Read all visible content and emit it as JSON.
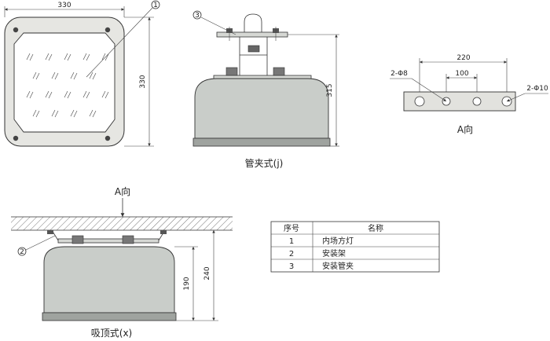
{
  "front_view": {
    "width_dim": "330",
    "height_dim": "330",
    "callout_1": "1"
  },
  "clamp_view": {
    "callout_3": "3",
    "height_dim": "315",
    "caption": "管夹式(j)"
  },
  "a_view": {
    "dim_outer": "220",
    "dim_inner": "100",
    "hole_small": "2-Φ8",
    "hole_large": "2-Φ10",
    "caption": "A向"
  },
  "ceiling_view": {
    "arrow_label": "A向",
    "callout_2": "2",
    "dim_inner": "190",
    "dim_outer": "240",
    "caption": "吸顶式(x)"
  },
  "parts_table": {
    "headers": [
      "序号",
      "名称"
    ],
    "rows": [
      {
        "no": "1",
        "name": "内场方灯"
      },
      {
        "no": "2",
        "name": "安装架"
      },
      {
        "no": "3",
        "name": "安装管夹"
      }
    ]
  }
}
